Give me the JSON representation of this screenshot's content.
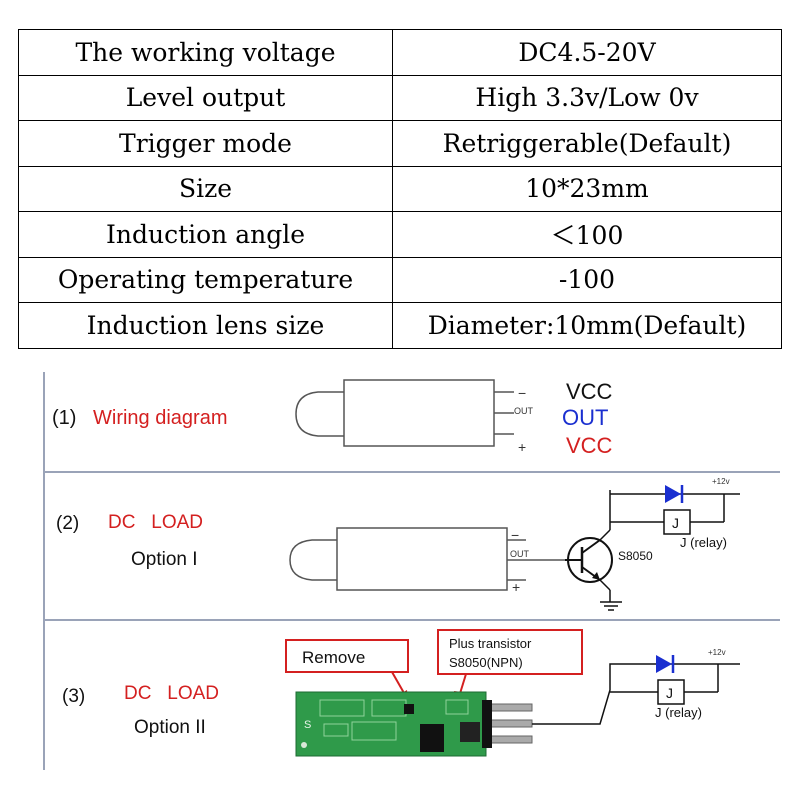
{
  "specs": [
    {
      "label": "The working voltage",
      "value": "DC4.5-20V"
    },
    {
      "label": "Level output",
      "value": "High 3.3v/Low 0v"
    },
    {
      "label": "Trigger mode",
      "value": "Retriggerable(Default)"
    },
    {
      "label": "Size",
      "value": "10*23mm"
    },
    {
      "label": "Induction angle",
      "value": "＜100"
    },
    {
      "label": "Operating temperature",
      "value": "-100"
    },
    {
      "label": "Induction lens size",
      "value": "Diameter:10mm(Default)"
    }
  ],
  "section1": {
    "number": "(1)",
    "title": "Wiring diagram",
    "pin_minus": "−",
    "pin_out": "OUT",
    "pin_plus": "+",
    "label_vcc_top": "VCC",
    "label_out": "OUT",
    "label_vcc_bottom": "VCC"
  },
  "section2": {
    "number": "(2)",
    "title": "DC   LOAD",
    "option": "Option I",
    "pin_minus": "−",
    "pin_out": "OUT",
    "pin_plus": "+",
    "transistor": "S8050",
    "relay_box": "J",
    "relay_label": "J (relay)",
    "supply": "+12v"
  },
  "section3": {
    "number": "(3)",
    "title": "DC   LOAD",
    "option": "Option II",
    "callout_remove": "Remove",
    "callout_transistor_line1": "Plus transistor",
    "callout_transistor_line2": "S8050(NPN)",
    "relay_box": "J",
    "relay_label": "J (relay)",
    "supply": "+12v",
    "board_mark": "S"
  },
  "colors": {
    "red": "#d42020",
    "blue": "#1a2fd0",
    "black": "#111111",
    "gray_line": "#9aa3b8",
    "board_green": "#2f9a4a"
  }
}
